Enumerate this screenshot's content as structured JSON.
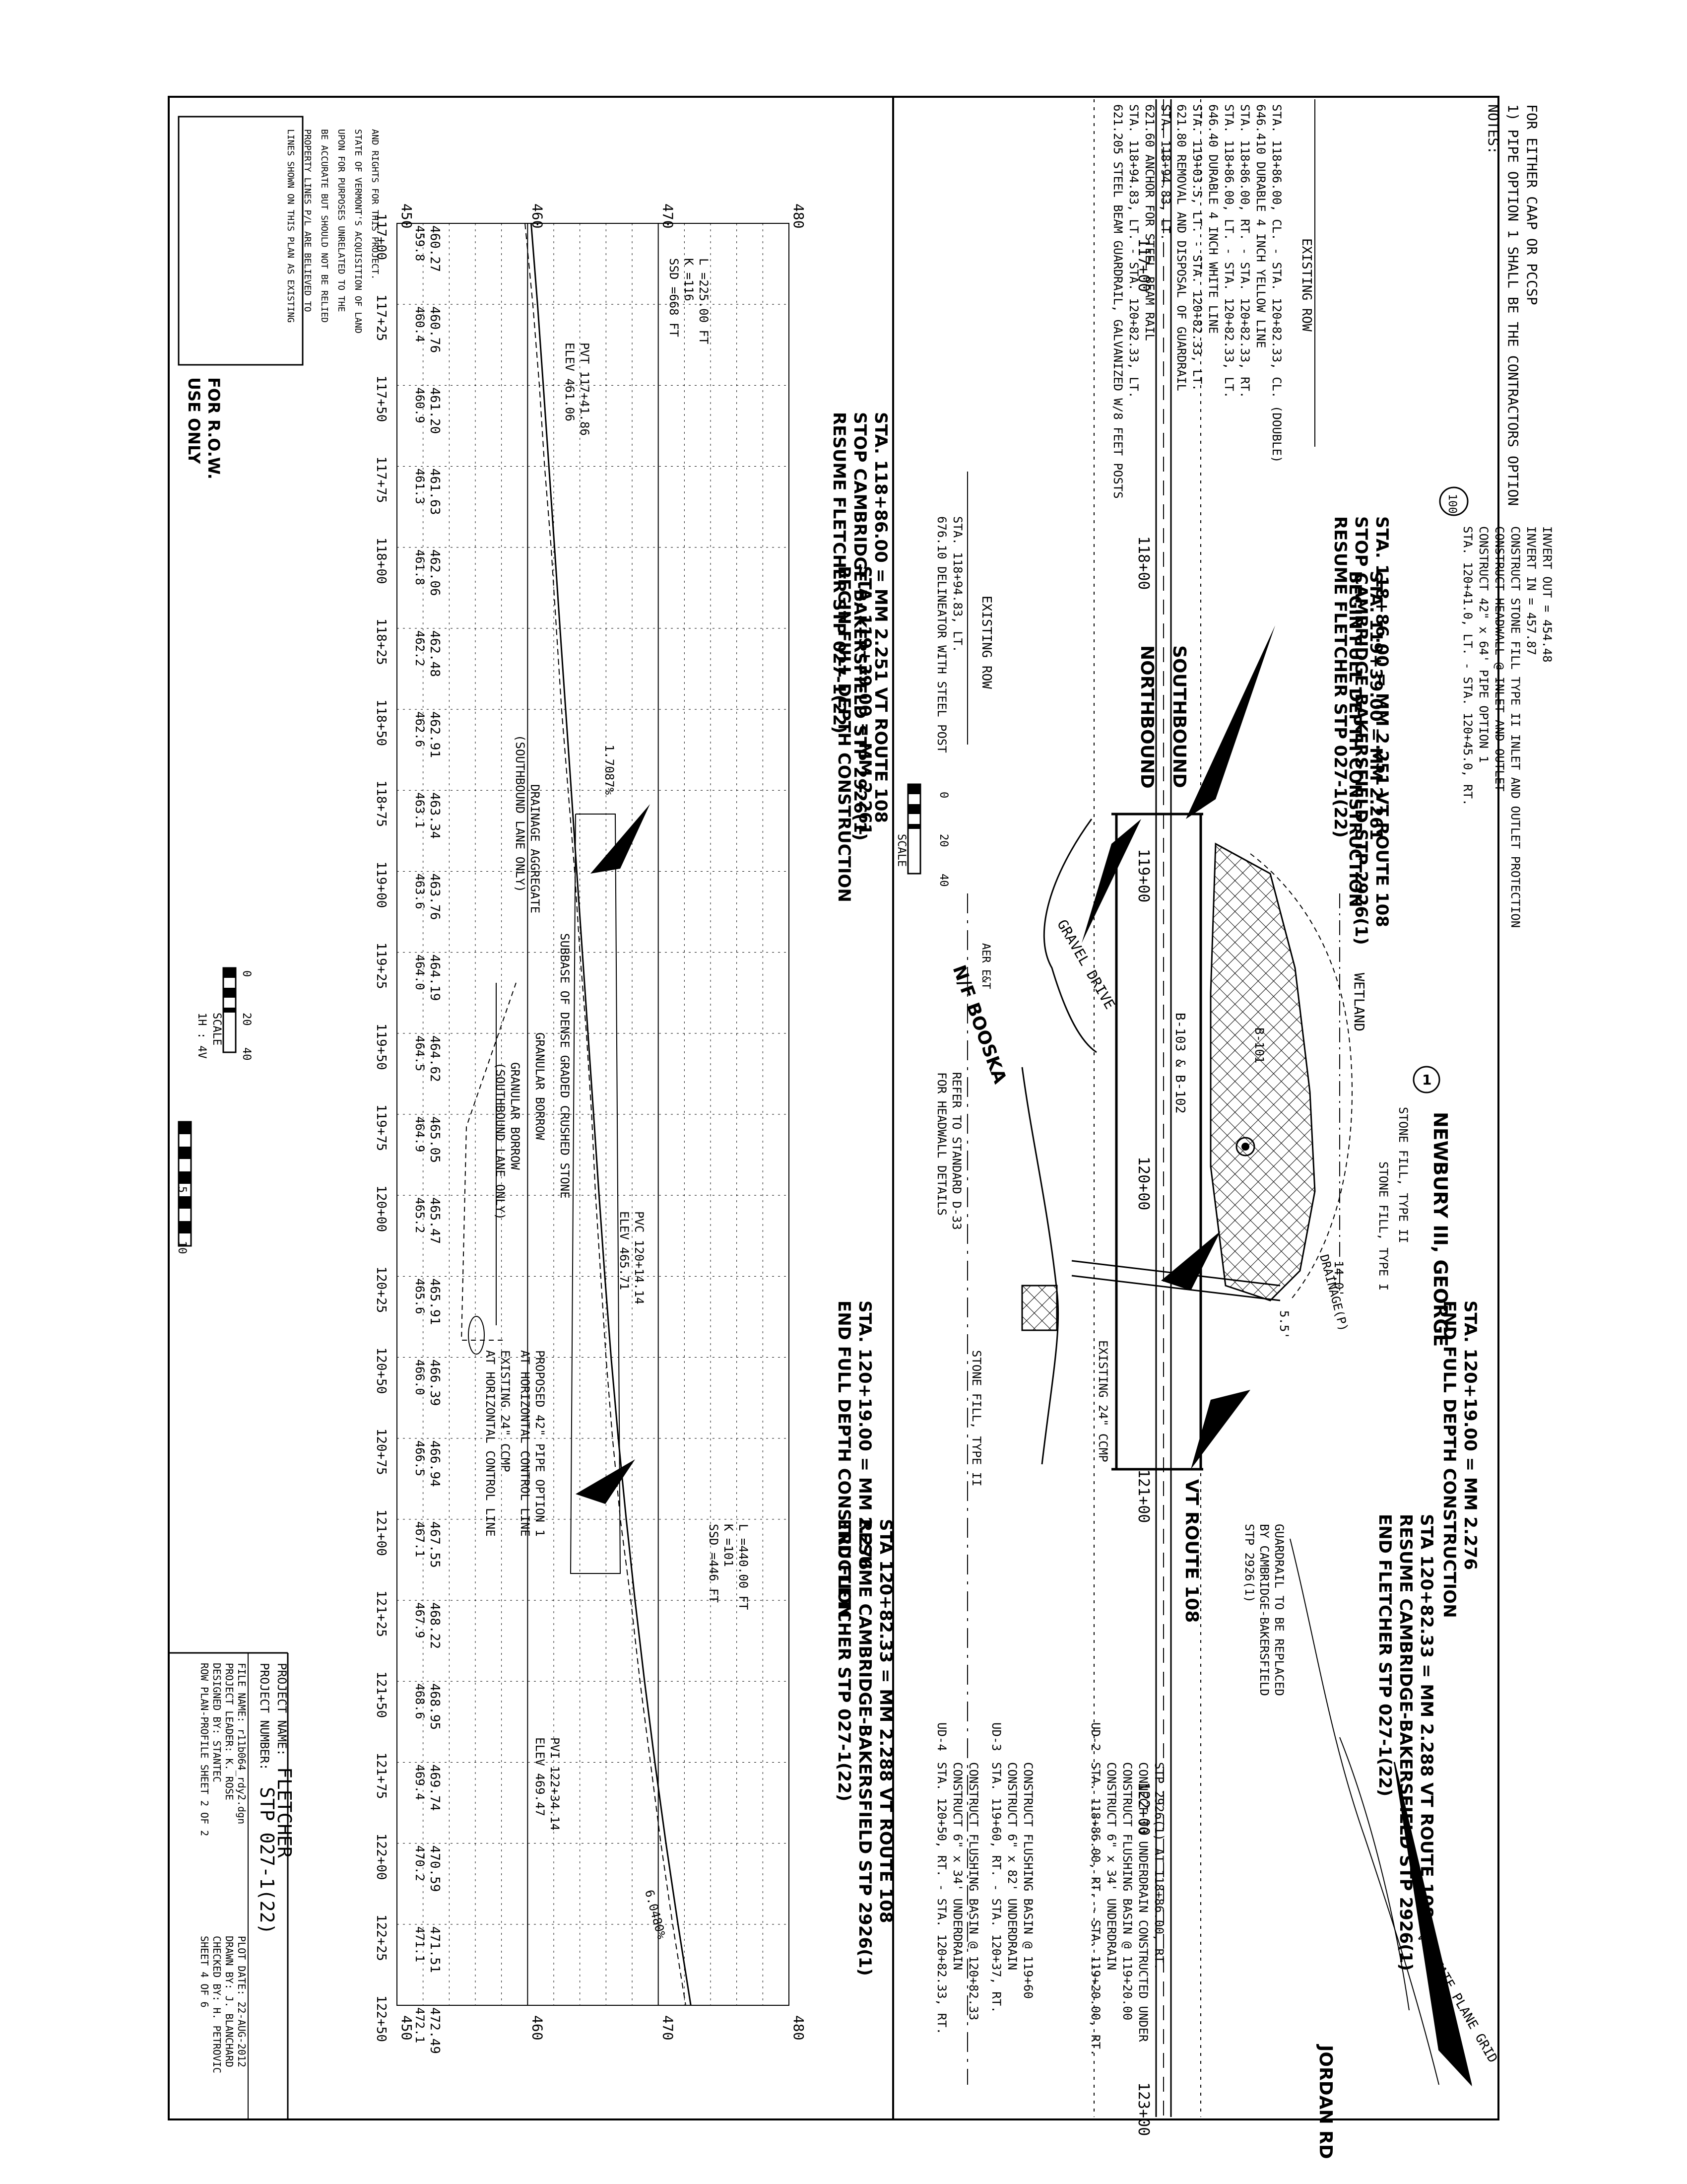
{
  "notes": {
    "heading": "NOTES:",
    "note1_a": "1) PIPE OPTION 1 SHALL BE THE CONTRACTORS OPTION",
    "note1_b": "FOR EITHER CAAP OR PCCSP"
  },
  "plan": {
    "existing_row": "EXISTING ROW",
    "existing_row_2": "EXISTING ROW",
    "southbound": "SOUTHBOUND",
    "northbound": "NORTHBOUND",
    "route": "VT ROUTE 108",
    "jordan_rd": "JORDAN RD",
    "grid_label": "VT STATE PLANE GRID",
    "wetland": "WETLAND",
    "gravel_drive": "GRAVEL DRIVE",
    "owner_north": "NEWBURY III, GEORGE",
    "owner_south": "N/F BOOSKA",
    "owner_number": "1",
    "bridge": "B-103 & B-102",
    "borehole": "B-101",
    "drainage": "DRAINAGE(P)",
    "refer_headwall_1": "REFER TO STANDARD D-33",
    "refer_headwall_2": "FOR HEADWALL DETAILS",
    "existing_comp": "EXISTING 24\" CCMP",
    "stone_fill_1": "STONE FILL, TYPE II",
    "stone_fill_2": "STONE FILL, TYPE I",
    "stone_fill_3": "STONE FILL, TYPE II",
    "guardrail_1": "GUARDRAIL TO BE REPLACED",
    "guardrail_2": "BY CAMBRIDGE-BAKERSFIELD",
    "guardrail_3": "STP 2926(1)",
    "aer_label": "AER E&T",
    "dim_14": "14.0'",
    "dim_5": "5.5'",
    "stations": [
      "117+00",
      "118+00",
      "119+00",
      "120+00",
      "121+00",
      "122+00",
      "123+00"
    ]
  },
  "callouts": {
    "resume_top_1": "RESUME FLETCHER STP 027-1(22)",
    "resume_top_2": "STOP CAMBRIDGE-BAKERSFIELD STP 2926(1)",
    "resume_top_3": "STA. 118+86.00 = MM 2.251 VT ROUTE 108",
    "begin_1": "BEGIN FULL DEPTH CONSTRUCTION",
    "begin_2": "STA. 119+39.00 = MM 2.261",
    "end_full_1": "END FULL DEPTH CONSTRUCTION",
    "end_full_2": "STA. 120+19.00 = MM 2.276",
    "end_fletcher_1": "END FLETCHER STP 027-1(22)",
    "end_fletcher_2": "RESUME CAMBRIDGE-BAKERSFIELD STP 2926(1)",
    "end_fletcher_3": "STA 120+82.33 = MM 2.288 VT ROUTE 108"
  },
  "pipe_note": {
    "badge": "100",
    "line1": "STA. 120+41.0, LT. - STA. 120+45.0, RT.",
    "line2": "CONSTRUCT 42\" x 64' PIPE OPTION 1",
    "line3": "CONSTRUCT HEADWALL @ INLET AND OUTLET",
    "line4": "CONSTRUCT STONE FILL TYPE II INLET AND OUTLET PROTECTION",
    "line5": "INVERT IN = 457.87",
    "line6": "INVERT OUT = 454.48"
  },
  "items": [
    "621.205 STEEL BEAM GUARDRAIL, GALVANIZED W/8 FEET POSTS",
    "STA. 118+94.83, LT. - STA. 120+82.33, LT.",
    "621.60 ANCHOR FOR STEEL BEAM RAIL",
    "STA. 118+94.83, LT.",
    "621.80 REMOVAL AND DISPOSAL OF GUARDRAIL",
    "STA. 119+03.5, LT. - STA. 120+82.33, LT.",
    "646.40 DURABLE 4 INCH WHITE LINE",
    "STA. 118+86.00, LT. - STA. 120+82.33, LT.",
    "STA. 118+86.00, RT. - STA. 120+82.33, RT.",
    "646.410 DURABLE 4 INCH YELLOW LINE",
    "STA. 118+86.00, CL. - STA. 120+82.33, CL. (DOUBLE)"
  ],
  "delineator": {
    "line1": "676.10 DELINEATOR WITH STEEL POST",
    "line2": "STA. 118+94.83, LT."
  },
  "underdrains": [
    {
      "badge": "UD-2",
      "lines": [
        "STA. 118+86.00, RT. - STA. 119+20.00, RT.",
        "CONSTRUCT 6\" x 34' UNDERDRAIN",
        "CONSTRUCT FLUSHING BASIN @ 119+20.00",
        "CONNECT TO UNDERDRAIN CONSTRUCTED UNDER",
        "STP 2926(1) AT 118+86.00, RT."
      ]
    },
    {
      "badge": "UD-3",
      "lines": [
        "STA. 119+60, RT. - STA. 120+37, RT.",
        "CONSTRUCT 6\" x 82' UNDERDRAIN",
        "CONSTRUCT FLUSHING BASIN @ 119+60"
      ]
    },
    {
      "badge": "UD-4",
      "lines": [
        "STA. 120+50, RT. - STA. 120+82.33, RT.",
        "CONSTRUCT 6\" x 34' UNDERDRAIN",
        "CONSTRUCT FLUSHING BASIN @ 120+82.33"
      ]
    }
  ],
  "profile": {
    "stations": [
      "117+00",
      "117+25",
      "117+50",
      "117+75",
      "118+00",
      "118+25",
      "118+50",
      "118+75",
      "119+00",
      "119+25",
      "119+50",
      "119+75",
      "120+00",
      "120+25",
      "120+50",
      "120+75",
      "121+00",
      "121+25",
      "121+50",
      "121+75",
      "122+00",
      "122+25",
      "122+50"
    ],
    "existing_elev": [
      "459.8",
      "460.4",
      "460.9",
      "461.3",
      "461.8",
      "462.2",
      "462.6",
      "463.1",
      "463.6",
      "464.0",
      "464.5",
      "464.9",
      "465.2",
      "465.6",
      "466.0",
      "466.5",
      "467.1",
      "467.9",
      "468.6",
      "469.4",
      "470.2",
      "471.1",
      "472.1"
    ],
    "proposed_elev": [
      "460.27",
      "460.76",
      "461.20",
      "461.63",
      "462.06",
      "462.48",
      "462.91",
      "463.34",
      "463.76",
      "464.19",
      "464.62",
      "465.05",
      "465.47",
      "465.91",
      "466.39",
      "466.94",
      "467.55",
      "468.22",
      "468.95",
      "469.74",
      "470.59",
      "471.51",
      "472.49"
    ],
    "axis_labels": [
      "450",
      "460",
      "470",
      "480"
    ],
    "pvt_1": "PVT 117+41.86",
    "pvt_2": "ELEV 461.06",
    "pvc_1": "PVC 120+14.14",
    "pvc_2": "ELEV 465.71",
    "pvi_1": "PVI 122+34.14",
    "pvi_2": "ELEV 469.47",
    "vc1_1": "L =225.00 FT",
    "vc1_2": "K =116",
    "vc1_3": "SSD =668 FT",
    "vc2_1": "L =440.00 FT",
    "vc2_2": "K =101",
    "vc2_3": "SSD =446 FT",
    "grade_1": "1.7087%",
    "grade_2": "6.0480%",
    "drainage_agg_1": "DRAINAGE AGGREGATE",
    "drainage_agg_2": "(SOUTHBOUND LANE ONLY)",
    "subbase": "SUBBASE OF DENSE GRADED CRUSHED STONE",
    "granular_1": "GRANULAR BORROW",
    "granular_2": "GRANULAR BORROW",
    "granular_3": "(SOUTHBOUND LANE ONLY)",
    "proposed_pipe_1": "PROPOSED 42\" PIPE OPTION 1",
    "proposed_pipe_2": "AT HORIZONTAL CONTROL LINE",
    "existing_pipe_1": "EXISTING 24\" CCMP",
    "existing_pipe_2": "AT HORIZONTAL CONTROL LINE"
  },
  "disclaimer": [
    "LINES SHOWN ON THIS PLAN AS EXISTING",
    "PROPERTY LINES P/L ARE BELIEVED TO",
    "BE ACCURATE BUT SHOULD NOT BE RELIED",
    "UPON FOR PURPOSES UNRELATED TO THE",
    "STATE OF VERMONT'S ACQUISITION OF LAND",
    "AND RIGHTS FOR THIS PROJECT."
  ],
  "row_note_1": "FOR R.O.W.",
  "row_note_2": "USE ONLY",
  "scales": {
    "plan_scale": "SCALE",
    "plan_0": "0",
    "plan_20": "20",
    "plan_40": "40",
    "profile_scale": "SCALE",
    "profile_ratio": "1H : 4V",
    "profile_0": "0",
    "profile_20": "20",
    "profile_40": "40",
    "vert_0": "0",
    "vert_5": "5",
    "vert_10": "10"
  },
  "title_block": {
    "project_name_label": "PROJECT NAME:",
    "project_name": "FLETCHER",
    "project_number_label": "PROJECT NUMBER:",
    "project_number": "STP 027-1(22)",
    "file_name": "FILE NAME: r11b064_rdy2.dgn",
    "project_leader": "PROJECT LEADER: K. ROSE",
    "designed_by": "DESIGNED BY: STANTEC",
    "sheet_title": "ROW PLAN-PROFILE SHEET 2 OF 2",
    "plot_date": "PLOT DATE: 22-AUG-2012",
    "drawn_by": "DRAWN BY: J. BLANCHARD",
    "checked_by": "CHECKED BY: H. PETROVIC",
    "sheet": "SHEET 4 OF 6"
  }
}
